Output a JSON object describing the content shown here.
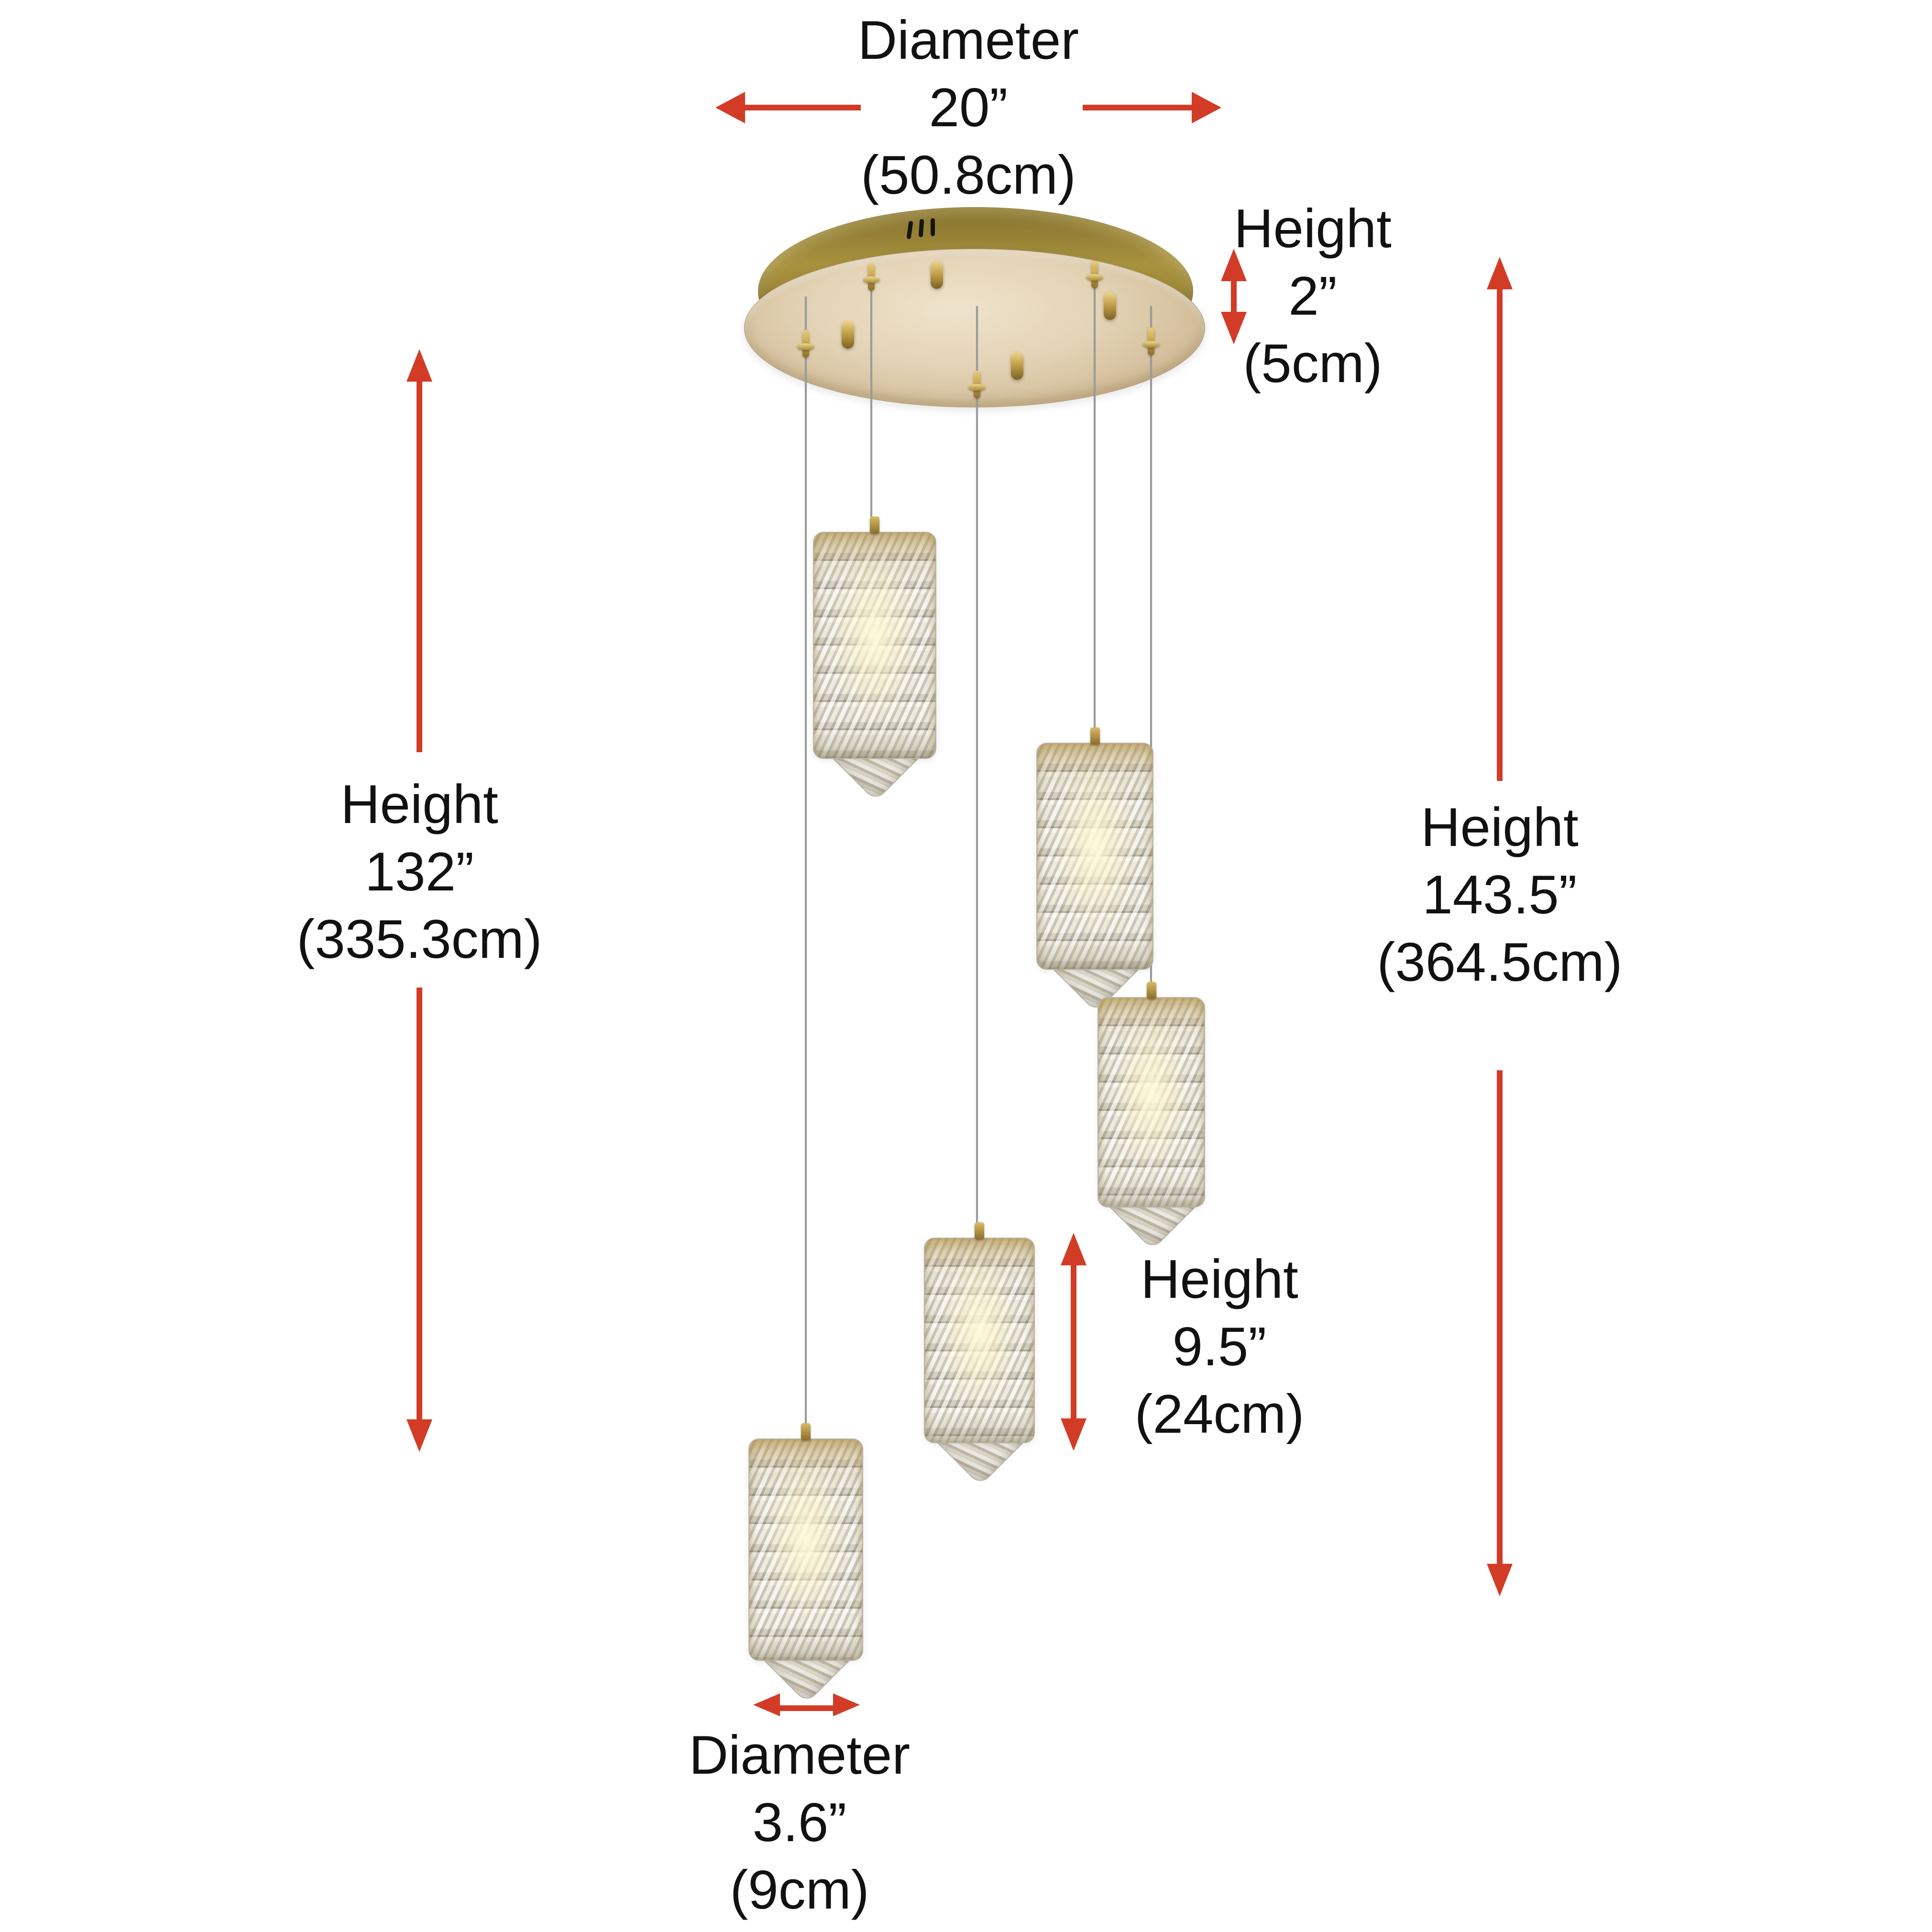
{
  "diagram": {
    "type": "product-dimensions-diagram",
    "subject": "5-light crystal multi-pendant with round gold canopy",
    "colors": {
      "background": "#ffffff",
      "text": "#111111",
      "arrow": "#d23c26",
      "wire": "#9b9b9b",
      "canopy_rim_gold": "#9c8738",
      "canopy_face_champagne": "#e3d3b5",
      "hardware_gold": "#c9a84e",
      "crystal": "#ece8db",
      "glow": "#fff3cc"
    },
    "labels": {
      "top_diameter": [
        "Diameter",
        "20”",
        "(50.8cm)"
      ],
      "canopy_height": [
        "Height",
        "2”",
        "(5cm)"
      ],
      "left_height": [
        "Height",
        "132”",
        "(335.3cm)"
      ],
      "right_height": [
        "Height",
        "143.5”",
        "(364.5cm)"
      ],
      "pendant_height": [
        "Height",
        "9.5”",
        "(24cm)"
      ],
      "bottom_diameter": [
        "Diameter",
        "3.6”",
        "(9cm)"
      ]
    },
    "counts": {
      "pendants": 5,
      "suspension_wires": 5,
      "canopy_vent_slots": 3
    }
  }
}
